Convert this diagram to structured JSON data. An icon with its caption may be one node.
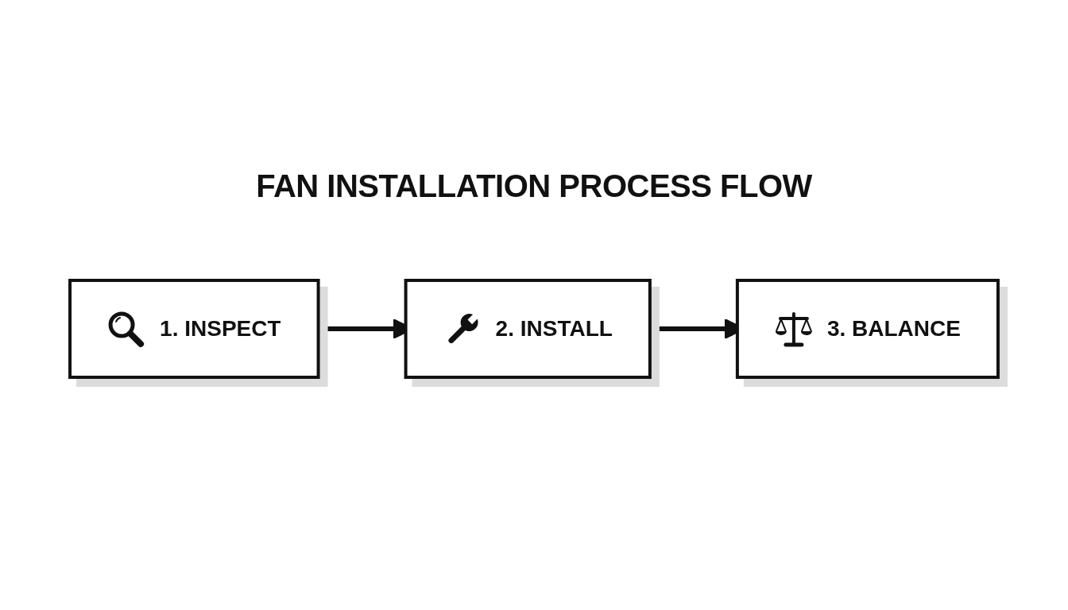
{
  "diagram": {
    "title": "FAN INSTALLATION PROCESS FLOW",
    "nodes": [
      {
        "text": [
          "1. INSPECT"
        ]
      },
      {
        "text": [
          "2. INSTALL"
        ]
      },
      {
        "text": [
          "3. BALANCE"
        ]
      }
    ],
    "edges": [
      {
        "from": 0,
        "to": 1,
        "arrow": "to"
      },
      {
        "from": 1,
        "to": 2,
        "arrow": "to"
      }
    ]
  }
}
